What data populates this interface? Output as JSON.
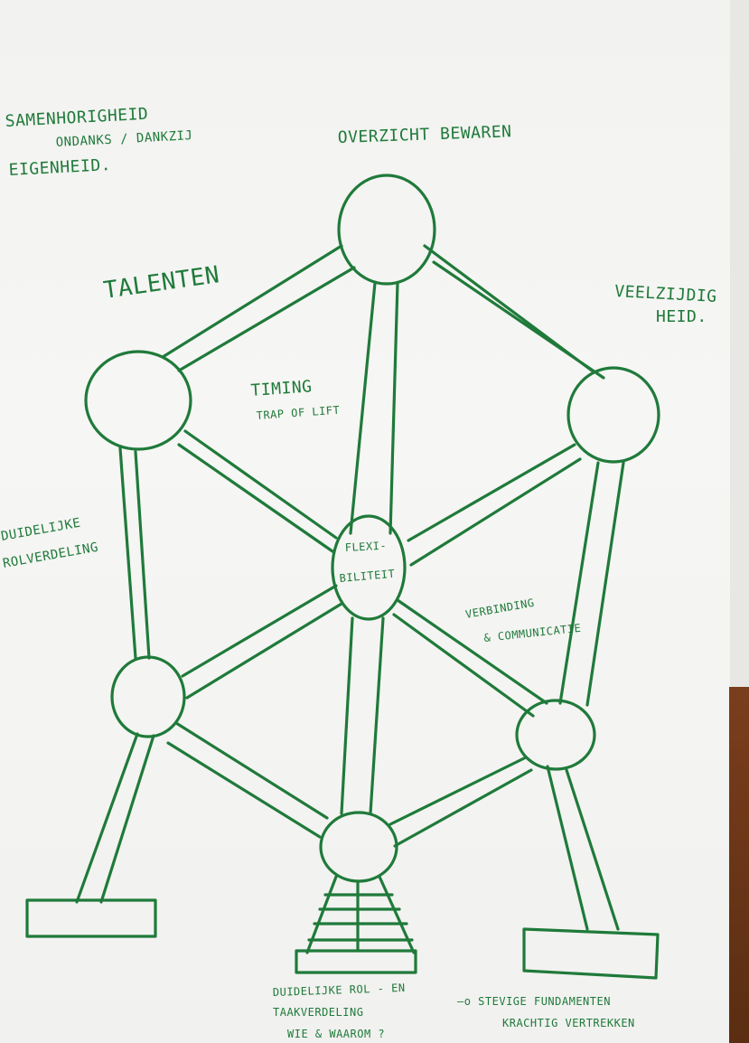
{
  "colors": {
    "ink": "#1f7a3a",
    "paper": "#f4f4f2",
    "wood": "#6a3417"
  },
  "labels": {
    "samenhorigheid_1": "SAMENHORIGHEID",
    "samenhorigheid_2": "ONDANKS / DANKZIJ",
    "samenhorigheid_3": "EIGENHEID.",
    "overzicht": "OVERZICHT BEWAREN",
    "talenten": "TALENTEN",
    "veelzijdig_1": "VEELZIJDIG",
    "veelzijdig_2": "HEID.",
    "timing_1": "TIMING",
    "timing_2": "TRAP OF LIFT",
    "duidelijke_1": "DUIDELIJKE",
    "duidelijke_2": "ROLVERDELING",
    "flexi_1": "FLEXI-",
    "flexi_2": "BILITEIT",
    "verbinding_1": "VERBINDING",
    "verbinding_2": "& COMMUNICATIE",
    "taak_1": "DUIDELIJKE ROL - EN",
    "taak_2": "TAAKVERDELING",
    "taak_3": "WIE & WAAROM ?",
    "fundamenten_1": "—o STEVIGE FUNDAMENTEN",
    "fundamenten_2": "KRACHTIG VERTREKKEN"
  }
}
